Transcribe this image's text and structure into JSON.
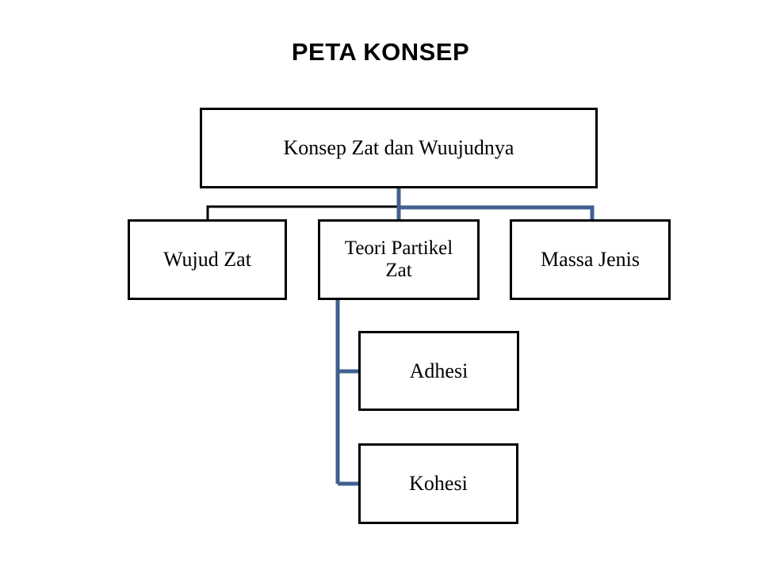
{
  "page": {
    "background_color": "#ffffff",
    "title": "PETA KONSEP"
  },
  "colors": {
    "box_border": "#000000",
    "box_fill": "#ffffff",
    "text": "#000000",
    "connector_black": "#000000",
    "connector_blue": "#40618D"
  },
  "diagram": {
    "type": "concept-map",
    "title": "PETA KONSEP",
    "nodes": [
      {
        "id": "root",
        "label": "Konsep Zat dan Wuujudnya",
        "level": 0
      },
      {
        "id": "wujud-zat",
        "label": "Wujud Zat",
        "level": 1
      },
      {
        "id": "teori",
        "label_line1": "Teori Partikel",
        "label_line2": "Zat",
        "level": 1
      },
      {
        "id": "massa-jenis",
        "label": "Massa  Jenis",
        "level": 1
      },
      {
        "id": "adhesi",
        "label": "Adhesi",
        "level": 2
      },
      {
        "id": "kohesi",
        "label": "Kohesi",
        "level": 2
      }
    ],
    "edges": [
      {
        "from": "root",
        "to": "wujud-zat",
        "color": "#000000"
      },
      {
        "from": "root",
        "to": "teori",
        "color": "#40618D"
      },
      {
        "from": "root",
        "to": "massa-jenis",
        "color": "#40618D"
      },
      {
        "from": "teori",
        "to": "adhesi",
        "color": "#40618D"
      },
      {
        "from": "teori",
        "to": "kohesi",
        "color": "#40618D"
      }
    ]
  }
}
